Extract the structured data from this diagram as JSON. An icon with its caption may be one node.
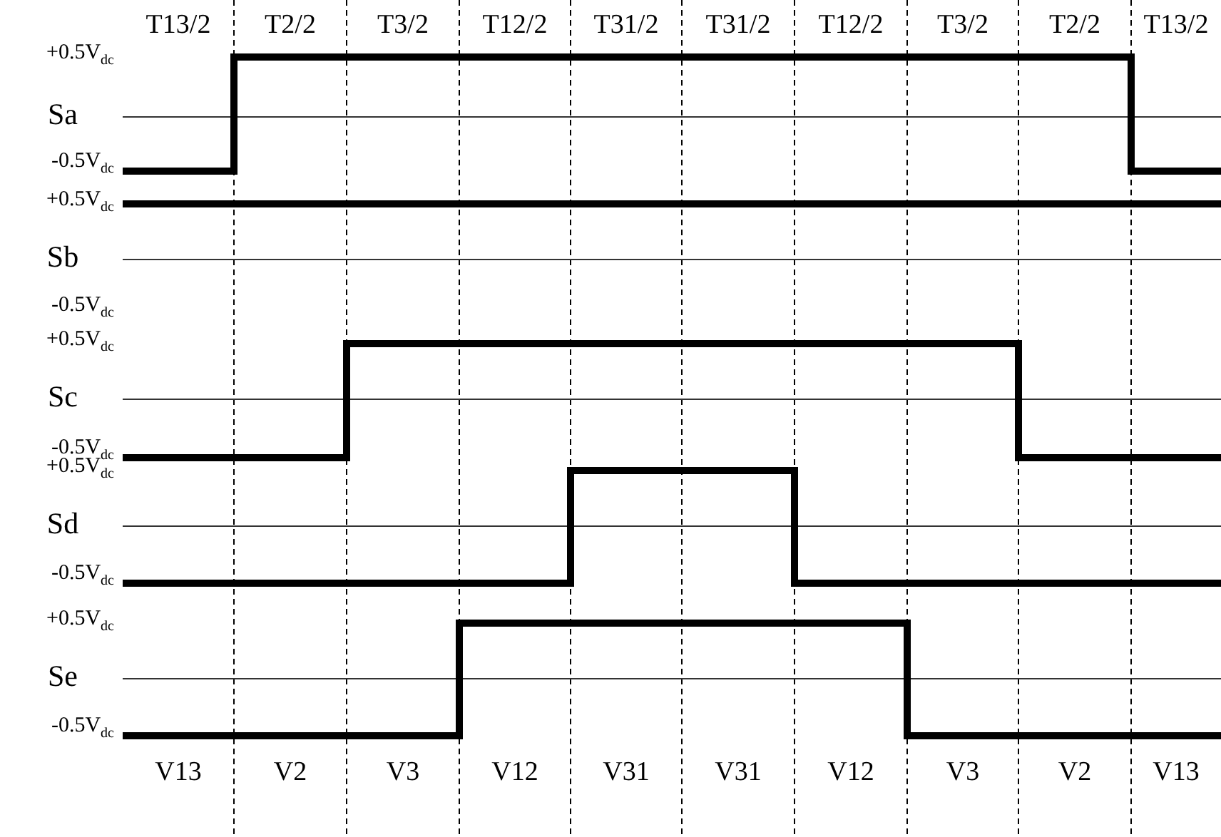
{
  "diagram": {
    "labels": [
      "T13/2",
      "T2/2",
      "T3/2",
      "T12/2",
      "T31/2",
      "T31/2",
      "T12/2",
      "T3/2",
      "T2/2",
      "T13/2",
      "+0.5V$_{dc}$",
      "Sa",
      "-0.5V$_{dc}$",
      "+0.5V$_{dc}$",
      "Sb",
      "-0.5V$_{dc}$",
      "+0.5V$_{dc}$",
      "Sc",
      "-0.5V$_{dc}$",
      "+0.5V$_{dc}$",
      "Sd",
      "-0.5V$_{dc}$",
      "+0.5V$_{dc}$",
      "Se",
      "-0.5V$_{dc}$",
      "V13",
      "V2",
      "V3",
      "V12",
      "V31",
      "V31",
      "V12",
      "V3",
      "V2",
      "V13"
    ]
  }
}
